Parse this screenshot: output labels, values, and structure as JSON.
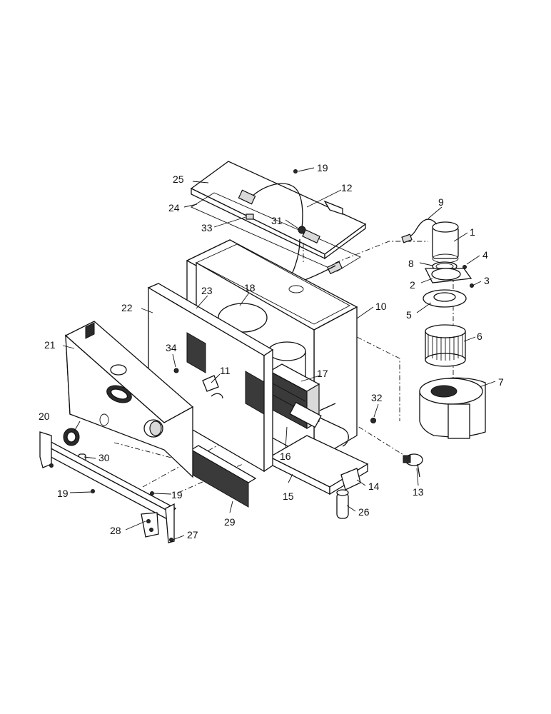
{
  "callouts": [
    {
      "id": "1",
      "label": "1"
    },
    {
      "id": "2",
      "label": "2"
    },
    {
      "id": "3",
      "label": "3"
    },
    {
      "id": "4",
      "label": "4"
    },
    {
      "id": "5",
      "label": "5"
    },
    {
      "id": "6",
      "label": "6"
    },
    {
      "id": "7",
      "label": "7"
    },
    {
      "id": "8",
      "label": "8"
    },
    {
      "id": "9",
      "label": "9"
    },
    {
      "id": "10",
      "label": "10"
    },
    {
      "id": "11",
      "label": "11"
    },
    {
      "id": "12",
      "label": "12"
    },
    {
      "id": "13",
      "label": "13"
    },
    {
      "id": "14",
      "label": "14"
    },
    {
      "id": "15",
      "label": "15"
    },
    {
      "id": "16",
      "label": "16"
    },
    {
      "id": "17",
      "label": "17"
    },
    {
      "id": "18",
      "label": "18"
    },
    {
      "id": "19a",
      "label": "19"
    },
    {
      "id": "19b",
      "label": "19"
    },
    {
      "id": "19c",
      "label": "19"
    },
    {
      "id": "20",
      "label": "20"
    },
    {
      "id": "21",
      "label": "21"
    },
    {
      "id": "22",
      "label": "22"
    },
    {
      "id": "23",
      "label": "23"
    },
    {
      "id": "24",
      "label": "24"
    },
    {
      "id": "25",
      "label": "25"
    },
    {
      "id": "26",
      "label": "26"
    },
    {
      "id": "27",
      "label": "27"
    },
    {
      "id": "28",
      "label": "28"
    },
    {
      "id": "29",
      "label": "29"
    },
    {
      "id": "30",
      "label": "30"
    },
    {
      "id": "31",
      "label": "31"
    },
    {
      "id": "32",
      "label": "32"
    },
    {
      "id": "33",
      "label": "33"
    },
    {
      "id": "34",
      "label": "34"
    }
  ]
}
